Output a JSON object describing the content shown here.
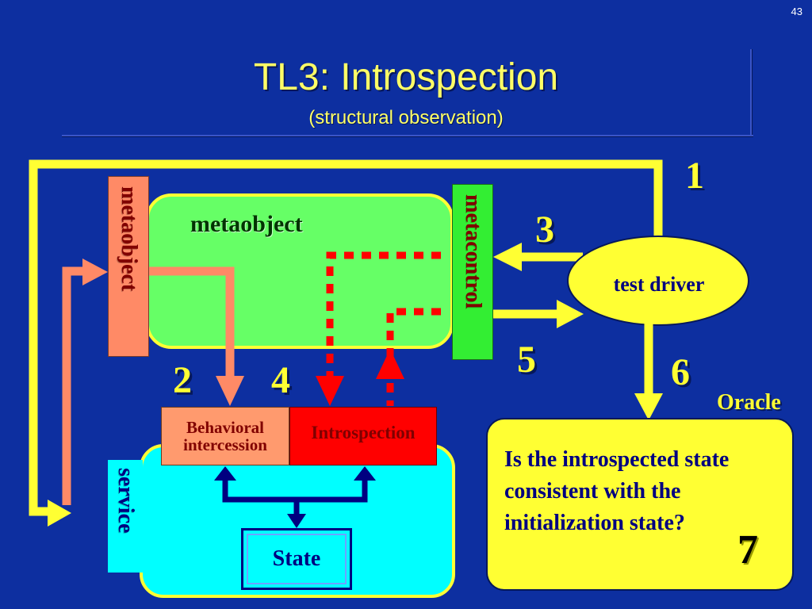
{
  "slide": {
    "number": "43",
    "title": "TL3: Introspection",
    "subtitle": "(structural observation)"
  },
  "diagram": {
    "metaobject_side_label": "metaobject",
    "metaobject_box_label": "metaobject",
    "metacontrol_label": "metacontrol",
    "service_label": "service",
    "test_driver_label": "test driver",
    "behavioral_intercession_label": "Behavioral intercession",
    "introspection_label": "Introspection",
    "state_label": "State",
    "oracle_label": "Oracle",
    "oracle_question": "Is the introspected state consistent with the initialization state?",
    "step_numbers": {
      "one": "1",
      "two": "2",
      "three": "3",
      "four": "4",
      "five": "5",
      "six": "6",
      "seven": "7"
    }
  },
  "colors": {
    "background": "#0d2fa0",
    "yellow_arrow": "#ffff33",
    "salmon": "#ff8a66",
    "metaobject_fill": "#66ff66",
    "service_fill": "#00ffff",
    "dotted_red": "#ff0000",
    "navy": "#000080"
  }
}
